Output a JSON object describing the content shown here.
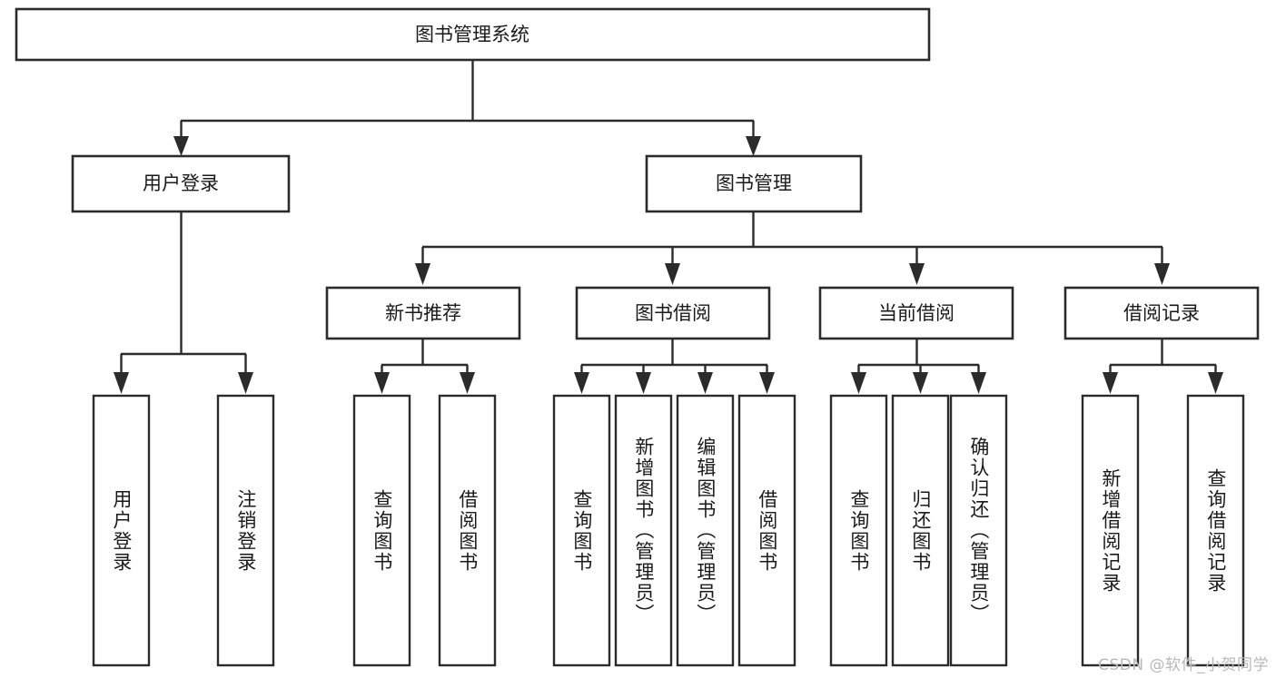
{
  "diagram": {
    "type": "tree-hierarchy",
    "title": "图书管理系统",
    "watermark": "CSDN @软件_小贺同学",
    "colors": {
      "stroke": "#2b2b2b",
      "fill": "#ffffff",
      "text": "#1a1a1a",
      "watermark": "#b9b9b9",
      "background": "#ffffff"
    },
    "levels": {
      "root": {
        "label": "图书管理系统",
        "orientation": "horizontal"
      },
      "level2": [
        {
          "label": "用户登录",
          "orientation": "horizontal"
        },
        {
          "label": "图书管理",
          "orientation": "horizontal"
        }
      ],
      "level3": [
        {
          "label": "新书推荐",
          "orientation": "horizontal",
          "parent": "图书管理"
        },
        {
          "label": "图书借阅",
          "orientation": "horizontal",
          "parent": "图书管理"
        },
        {
          "label": "当前借阅",
          "orientation": "horizontal",
          "parent": "图书管理"
        },
        {
          "label": "借阅记录",
          "orientation": "horizontal",
          "parent": "图书管理"
        }
      ],
      "leaves": [
        {
          "label": "用户登录",
          "orientation": "vertical",
          "parent": "用户登录"
        },
        {
          "label": "注销登录",
          "orientation": "vertical",
          "parent": "用户登录"
        },
        {
          "label": "查询图书",
          "orientation": "vertical",
          "parent": "新书推荐"
        },
        {
          "label": "借阅图书",
          "orientation": "vertical",
          "parent": "新书推荐"
        },
        {
          "label": "查询图书",
          "orientation": "vertical",
          "parent": "图书借阅"
        },
        {
          "label": "新增图书（管理员）",
          "orientation": "vertical",
          "parent": "图书借阅"
        },
        {
          "label": "编辑图书（管理员）",
          "orientation": "vertical",
          "parent": "图书借阅"
        },
        {
          "label": "借阅图书",
          "orientation": "vertical",
          "parent": "图书借阅"
        },
        {
          "label": "查询图书",
          "orientation": "vertical",
          "parent": "当前借阅"
        },
        {
          "label": "归还图书",
          "orientation": "vertical",
          "parent": "当前借阅"
        },
        {
          "label": "确认归还（管理员）",
          "orientation": "vertical",
          "parent": "当前借阅"
        },
        {
          "label": "新增借阅记录",
          "orientation": "vertical",
          "parent": "借阅记录"
        },
        {
          "label": "查询借阅记录",
          "orientation": "vertical",
          "parent": "借阅记录"
        }
      ]
    }
  }
}
